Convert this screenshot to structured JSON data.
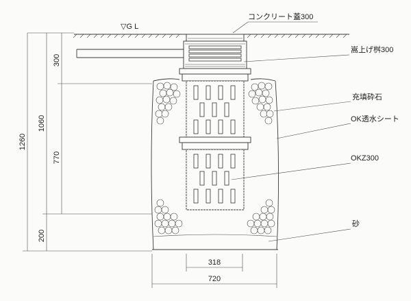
{
  "labels": {
    "gl": "▽G L",
    "lid": "コンクリート蓋300",
    "riser": "嵩上げ桝300",
    "gravel": "充填砕石",
    "sheet": "OK透水シート",
    "box": "OKZ300",
    "sand": "砂"
  },
  "dimensions": {
    "total": "1260",
    "sub": "1060",
    "top": "300",
    "middle": "770",
    "bottom": "200",
    "inner_width": "318",
    "outer_width": "720"
  },
  "colors": {
    "line": "#333333",
    "paper": "#fbfbf9"
  }
}
